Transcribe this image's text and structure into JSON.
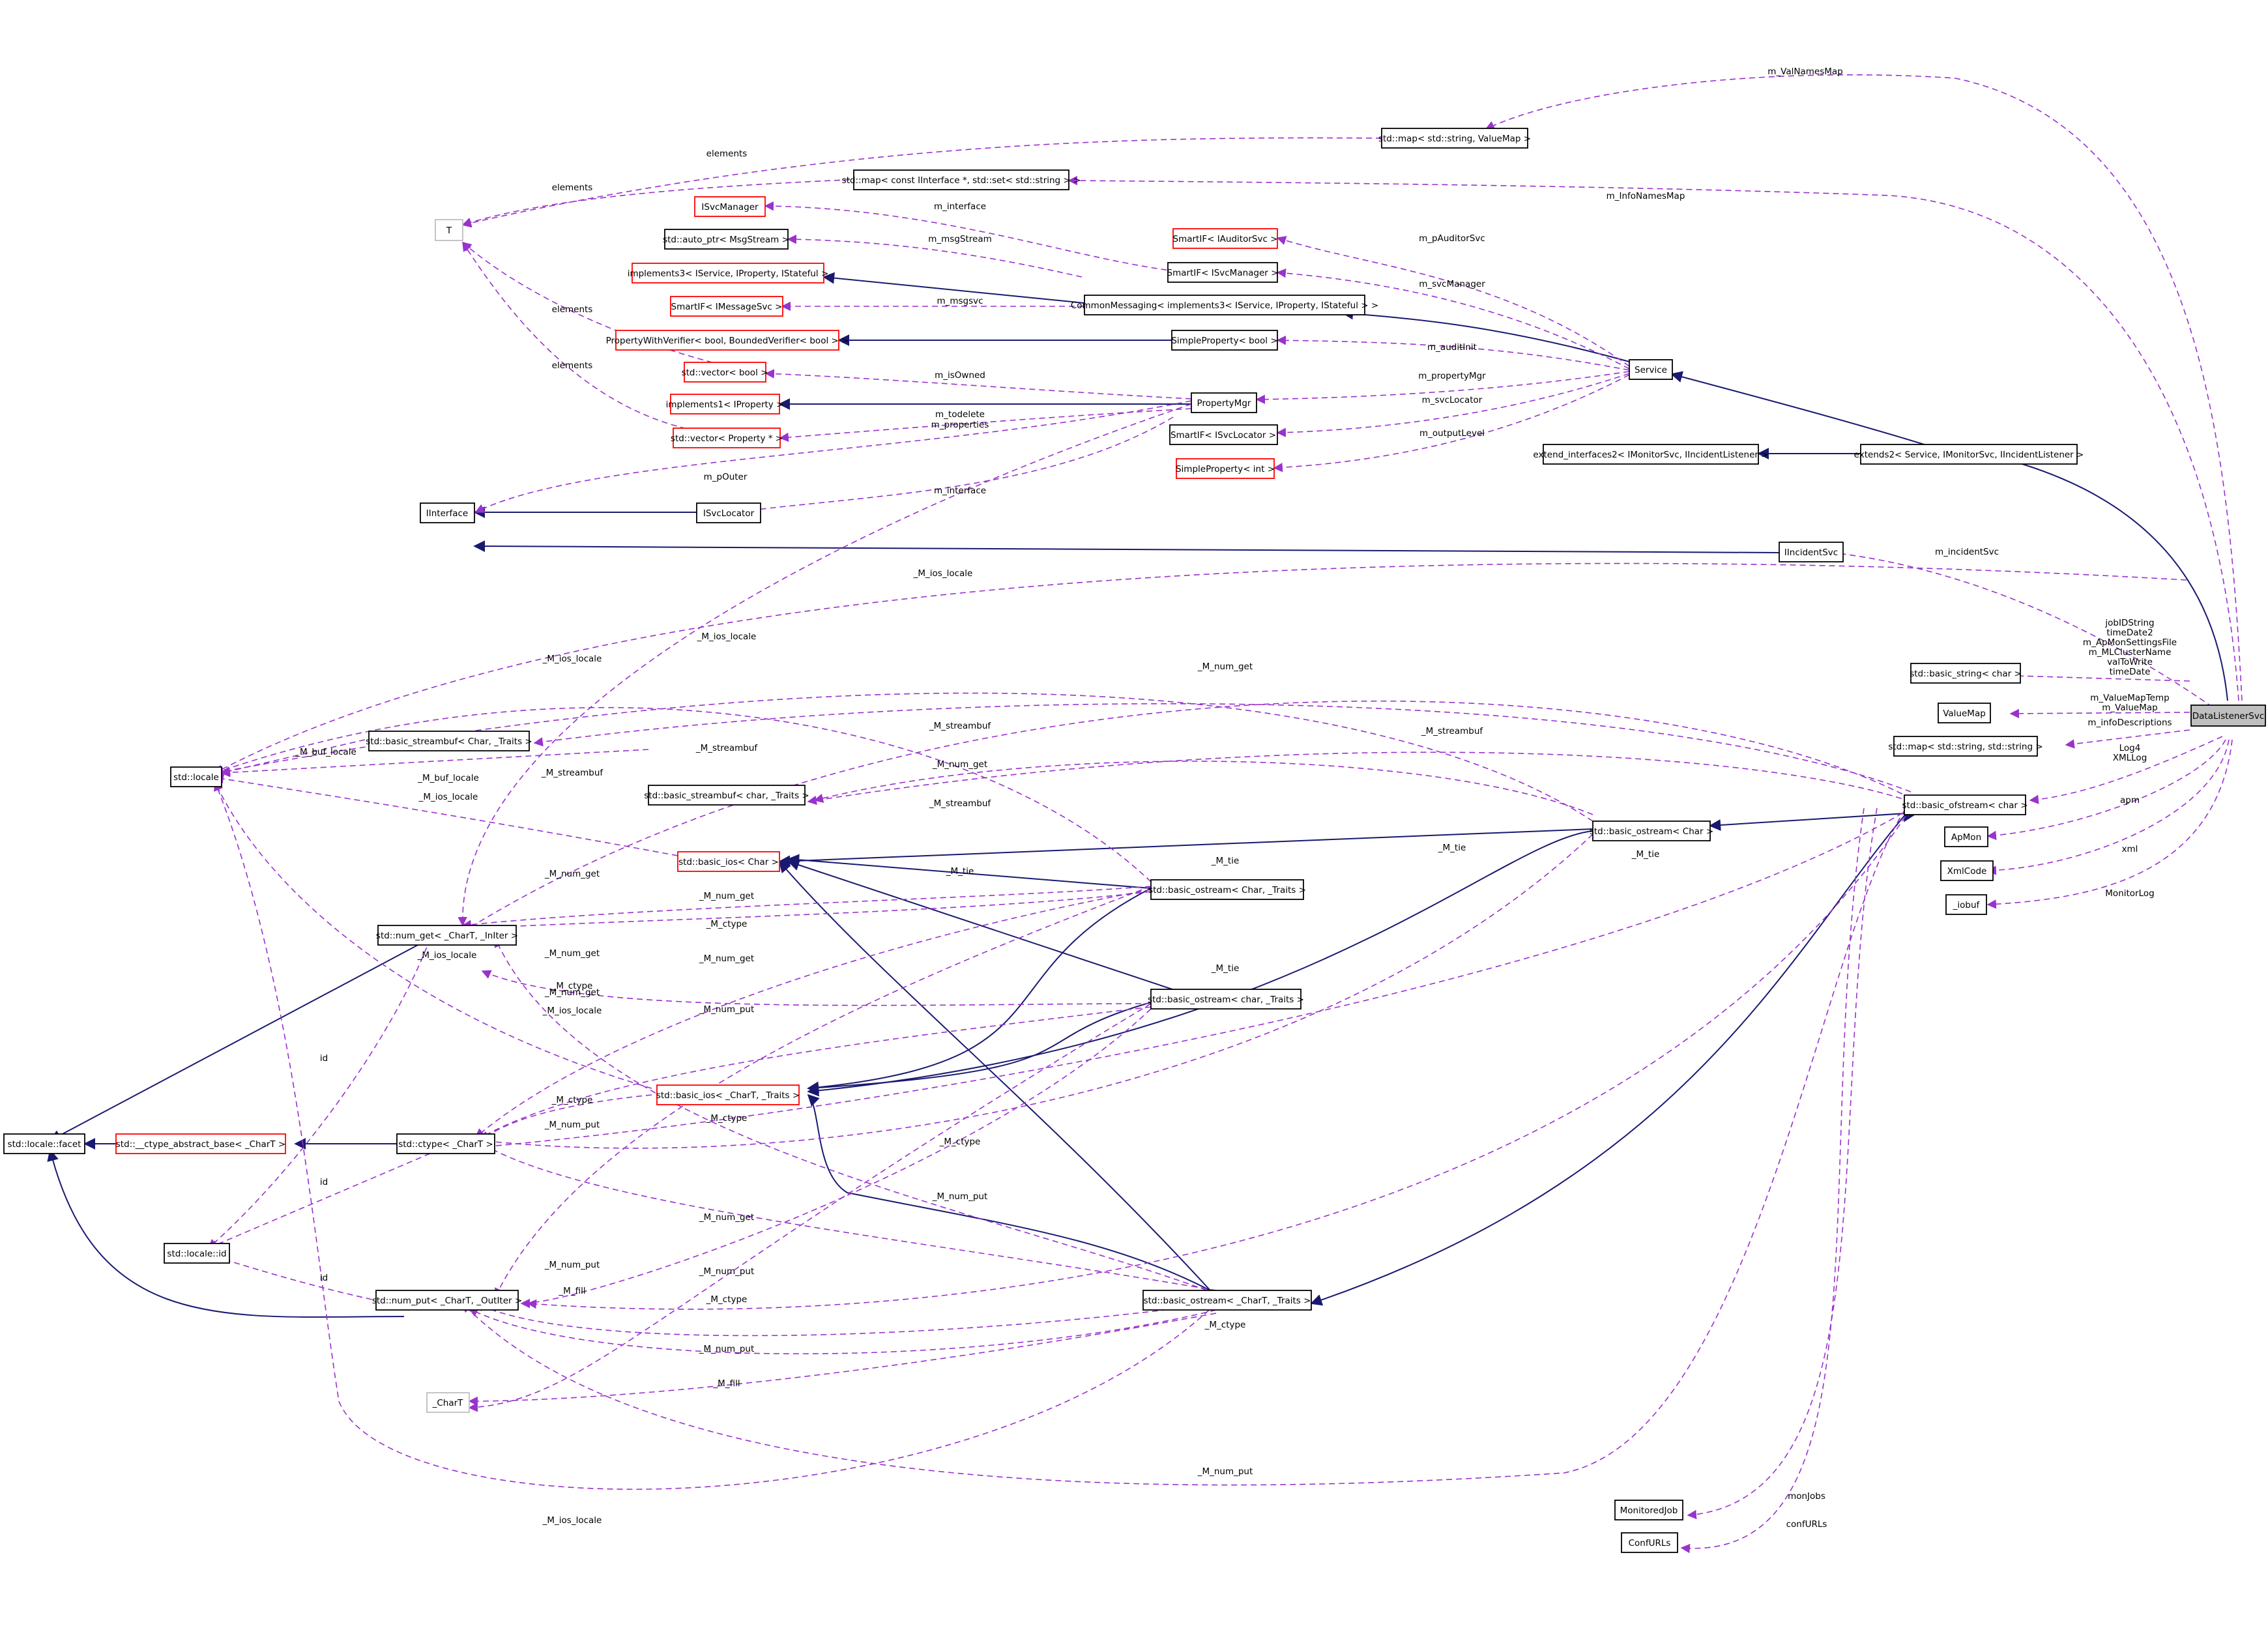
{
  "colors": {
    "inheritance": "#191970",
    "usage": "#9a32cd",
    "node_border": "#000000",
    "node_border_incomplete": "#ff0000",
    "node_border_undocumented": "#bfbfbf",
    "focus_fill": "#bfbfbf"
  },
  "nodes": {
    "DataListenerSvc": "DataListenerSvc",
    "IIncidentSvc": "IIncidentSvc",
    "extends2": "extends2< Service, IMonitorSvc, IIncidentListener >",
    "extend_interfaces2": "extend_interfaces2< IMonitorSvc, IIncidentListener >",
    "Service": "Service",
    "CommonMessaging": "CommonMessaging< implements3< IService, IProperty, IStateful > >",
    "implements3": "implements3< IService, IProperty, IStateful >",
    "SmartIF_IAuditorSvc": "SmartIF< IAuditorSvc >",
    "SmartIF_ISvcManager": "SmartIF< ISvcManager >",
    "SmartIF_ISvcLocator": "SmartIF< ISvcLocator >",
    "SmartIF_IMessageSvc": "SmartIF< IMessageSvc >",
    "SimpleProperty_bool": "SimpleProperty< bool >",
    "SimpleProperty_int": "SimpleProperty< int >",
    "PropertyWithVerifier": "PropertyWithVerifier< bool, BoundedVerifier< bool > >",
    "PropertyMgr": "PropertyMgr",
    "implements1": "implements1< IProperty >",
    "vector_bool": "std::vector< bool >",
    "vector_Property": "std::vector< Property * >",
    "auto_ptr": "std::auto_ptr< MsgStream >",
    "ISvcManager": "ISvcManager",
    "T": "T",
    "map_IInterface": "std::map< const IInterface *, std::set< std::string > >",
    "map_ValueMap": "std::map< std::string, ValueMap >",
    "IInterface": "IInterface",
    "ISvcLocator": "ISvcLocator",
    "basic_string": "std::basic_string< char >",
    "ValueMap": "ValueMap",
    "map_string_string": "std::map< std::string, std::string >",
    "basic_ofstream": "std::basic_ofstream< char >",
    "ApMon": "ApMon",
    "XmlCode": "XmlCode",
    "iobuf": "_iobuf",
    "MonitoredJob": "MonitoredJob",
    "ConfURLs": "ConfURLs",
    "basic_ostream_Char": "std::basic_ostream< Char >",
    "locale": "std::locale",
    "streambuf_Char": "std::basic_streambuf< Char, _Traits >",
    "streambuf_char": "std::basic_streambuf< char, _Traits >",
    "basic_ios_Char": "std::basic_ios< Char >",
    "ostream_Char_Traits": "std::basic_ostream< Char, _Traits >",
    "ostream_char_Traits": "std::basic_ostream< char, _Traits >",
    "num_get": "std::num_get< _CharT, _InIter >",
    "basic_ios_CharT": "std::basic_ios< _CharT, _Traits >",
    "locale_facet": "std::locale::facet",
    "ctype_abstract": "std::__ctype_abstract_base< _CharT >",
    "ctype": "std::ctype< _CharT >",
    "locale_id": "std::locale::id",
    "num_put": "std::num_put< _CharT, _OutIter >",
    "ostream_CharT_Traits": "std::basic_ostream< _CharT, _Traits >",
    "CharT": "_CharT"
  },
  "edge_labels": {
    "m_ValNamesMap": "m_ValNamesMap",
    "m_InfoNamesMap": "m_InfoNamesMap",
    "elements_1": "elements",
    "elements_2": "elements",
    "elements_3": "elements",
    "elements_4": "elements",
    "m_interface_1": "m_interface",
    "m_msgStream": "m_msgStream",
    "m_msgsvc": "m_msgsvc",
    "m_isOwned": "m_isOwned",
    "m_todelete": "m_todelete",
    "m_properties": "m_properties",
    "m_pOuter": "m_pOuter",
    "m_interface_2": "m_interface",
    "m_pAuditorSvc": "m_pAuditorSvc",
    "m_svcManager": "m_svcManager",
    "m_auditInit": "m_auditInit",
    "m_propertyMgr": "m_propertyMgr",
    "m_svcLocator": "m_svcLocator",
    "m_outputLevel": "m_outputLevel",
    "m_incidentSvc": "m_incidentSvc",
    "jobIDString": "jobIDString",
    "timeDate2": "timeDate2",
    "m_ApMonSettingsFile": "m_ApMonSettingsFile",
    "m_MLClusterName": "m_MLClusterName",
    "valToWrite": "valToWrite",
    "timeDate": "timeDate",
    "m_ValueMapTemp": "m_ValueMapTemp",
    "m_ValueMap": "m_ValueMap",
    "m_infoDescriptions": "m_infoDescriptions",
    "Log4": "Log4",
    "XMLLog": "XMLLog",
    "apm": "apm",
    "xml": "xml",
    "MonitorLog": "MonitorLog",
    "monJobs": "monJobs",
    "confURLs": "confURLs",
    "M_ios_locale_1": "_M_ios_locale",
    "M_ios_locale_2": "_M_ios_locale",
    "M_ios_locale_3": "_M_ios_locale",
    "M_ios_locale_4": "_M_ios_locale",
    "M_ios_locale_5": "_M_ios_locale",
    "M_ios_locale_6": "_M_ios_locale",
    "M_ios_locale_7": "_M_ios_locale",
    "M_num_get_1": "_M_num_get",
    "M_num_get_2": "_M_num_get",
    "M_num_get_3": "_M_num_get",
    "M_num_get_4": "_M_num_get",
    "M_num_get_5": "_M_num_get",
    "M_num_get_6": "_M_num_get",
    "M_num_get_7": "_M_num_get",
    "M_num_get_8": "_M_num_get",
    "M_streambuf_1": "_M_streambuf",
    "M_streambuf_2": "_M_streambuf",
    "M_streambuf_3": "_M_streambuf",
    "M_streambuf_4": "_M_streambuf",
    "M_buf_locale_1": "_M_buf_locale",
    "M_buf_locale_2": "_M_buf_locale",
    "M_tie_1": "_M_tie",
    "M_tie_2": "_M_tie",
    "M_tie_3": "_M_tie",
    "M_tie_4": "_M_tie",
    "M_tie_5": "_M_tie",
    "M_ctype_1": "_M_ctype",
    "M_ctype_2": "_M_ctype",
    "M_ctype_3": "_M_ctype",
    "M_ctype_4": "_M_ctype",
    "M_ctype_5": "_M_ctype",
    "M_ctype_6": "_M_ctype",
    "M_ctype_7": "_M_ctype",
    "M_num_put_1": "_M_num_put",
    "M_num_put_2": "_M_num_put",
    "M_num_put_3": "_M_num_put",
    "M_num_put_4": "_M_num_put",
    "M_num_put_5": "_M_num_put",
    "M_num_put_6": "_M_num_put",
    "M_num_put_7": "_M_num_put",
    "M_fill_1": "_M_fill",
    "M_fill_2": "_M_fill",
    "id_1": "id",
    "id_2": "id",
    "id_3": "id"
  }
}
